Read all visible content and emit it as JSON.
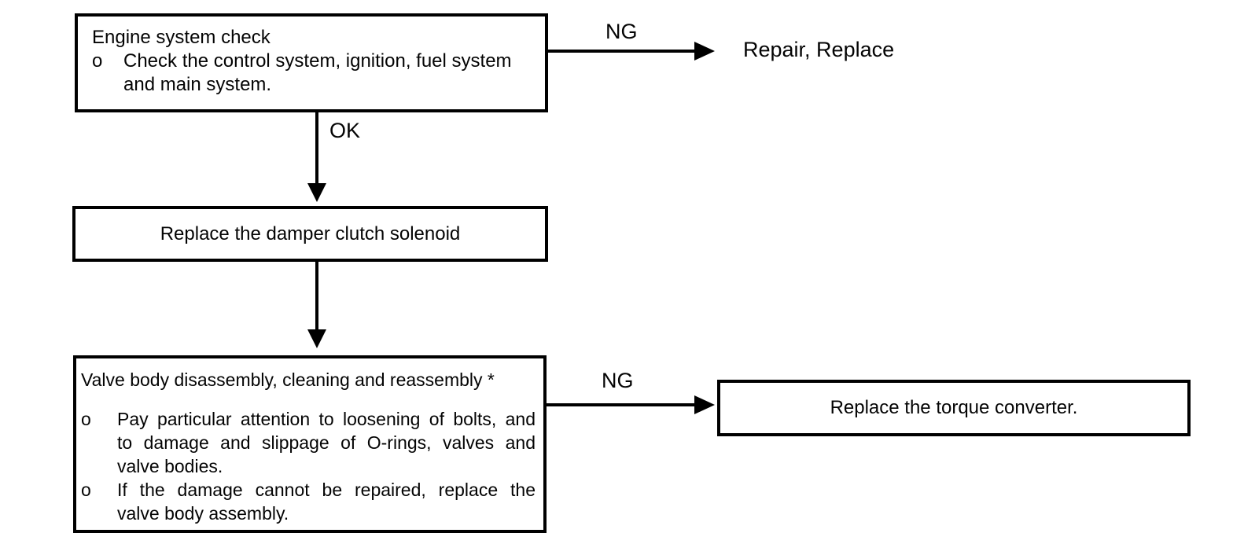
{
  "canvas": {
    "background": "#ffffff",
    "ink": "#000000"
  },
  "boxes": {
    "engine_check": {
      "title": "Engine system check",
      "bullets": [
        {
          "marker": "o",
          "lines": [
            "Check the control system, ignition, fuel system",
            "and main system."
          ]
        }
      ]
    },
    "damper_clutch": {
      "text": "Replace the damper clutch solenoid"
    },
    "valve_body": {
      "heading": "Valve body disassembly, cleaning and reassembly *",
      "bullets": [
        {
          "marker": "o",
          "lines": [
            "Pay particular attention to loosening of bolts, and",
            "to damage and slippage of O-rings, valves and",
            "valve bodies."
          ]
        },
        {
          "marker": "o",
          "lines": [
            "If the damage cannot be repaired, replace the",
            "valve body assembly."
          ]
        }
      ]
    },
    "torque_converter": {
      "text": "Replace the torque converter."
    }
  },
  "labels": {
    "ng_top": "NG",
    "ok": "OK",
    "ng_bottom": "NG",
    "repair_replace": "Repair, Replace"
  }
}
